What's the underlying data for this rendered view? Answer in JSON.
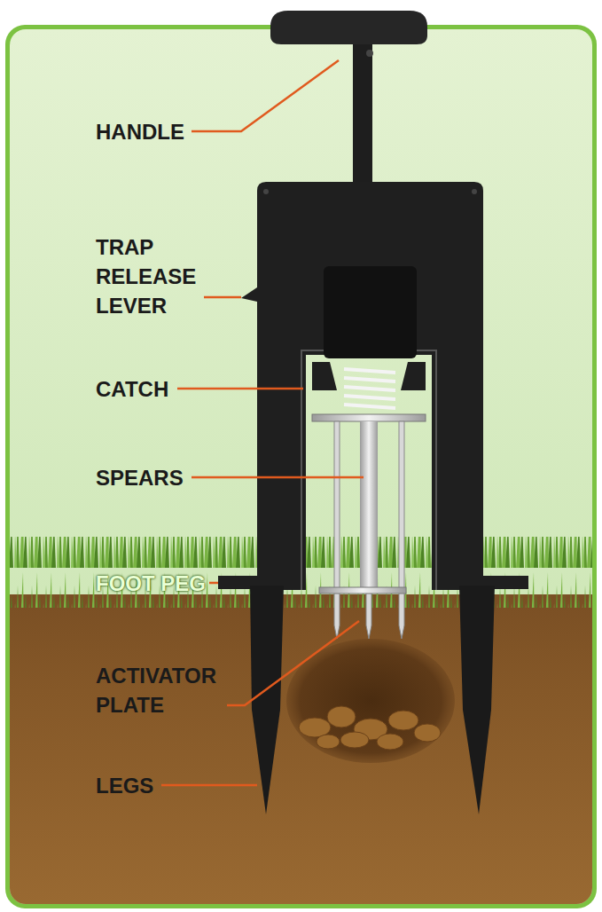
{
  "diagram": {
    "labels": [
      "HANDLE",
      "TRAP RELEASE LEVER",
      "CATCH",
      "SPEARS",
      "FOOT PEG",
      "ACTIVATOR PLATE",
      "LEGS"
    ]
  }
}
